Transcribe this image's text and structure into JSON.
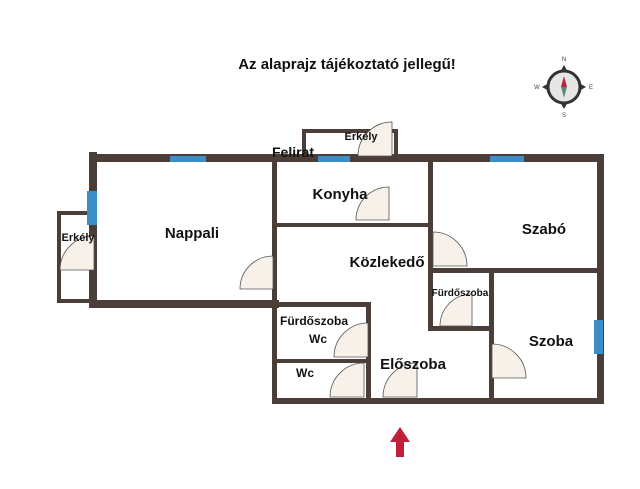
{
  "title": "Az alaprajz tájékoztató jellegű!",
  "compass": {
    "n": "N",
    "e": "E",
    "s": "S",
    "w": "W"
  },
  "rooms": {
    "erkely_left": "Erkély",
    "erkely_top": "Erkély",
    "felirat": "Felirat",
    "nappali": "Nappali",
    "konyha": "Konyha",
    "kozlekedo": "Közlekedő",
    "szabo": "Szabó",
    "furdoszoba_small": "Fürdőszoba",
    "furdoszoba_wc": "Fürdőszoba",
    "wc1": "Wc",
    "wc2": "Wc",
    "eloszoba": "Előszoba",
    "szoba": "Szoba"
  },
  "colors": {
    "wall": "#4b3e38",
    "window": "#3b8fc6",
    "entrance_arrow": "#c0203a"
  }
}
